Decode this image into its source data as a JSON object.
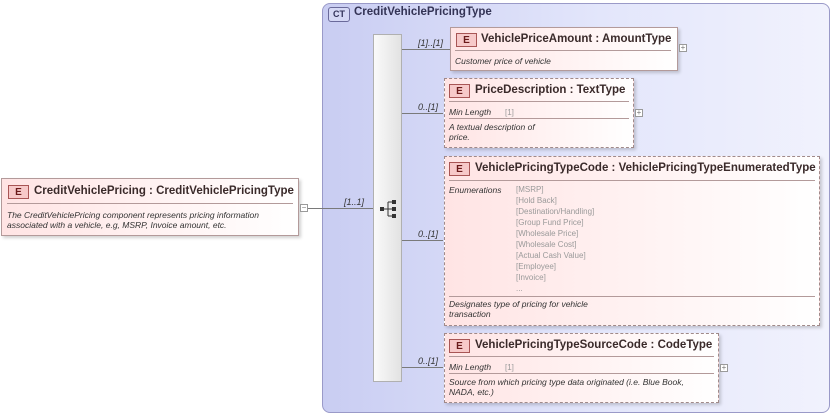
{
  "root": {
    "badge": "E",
    "title": "CreditVehiclePricing : CreditVehiclePricingType",
    "description": "The CreditVehiclePricing component represents pricing information associated with a vehicle, e.g, MSRP, Invoice amount, etc.",
    "cardinality": "[1..1]",
    "collapse": "−"
  },
  "complex_type": {
    "badge": "CT",
    "title": "CreditVehiclePricingType"
  },
  "elements": [
    {
      "badge": "E",
      "title": "VehiclePriceAmount : AmountType",
      "cardinality": "[1]..[1]",
      "description": "Customer price of vehicle",
      "expand": "+"
    },
    {
      "badge": "E",
      "title": "PriceDescription : TextType",
      "cardinality": "0..[1]",
      "facet_label": "Min Length",
      "facet_value": "[1]",
      "description": "A textual description of price.",
      "expand": "+"
    },
    {
      "badge": "E",
      "title": "VehiclePricingTypeCode : VehiclePricingTypeEnumeratedType",
      "cardinality": "0..[1]",
      "facet_label": "Enumerations",
      "enumerations": [
        "[MSRP]",
        "[Hold Back]",
        "[Destination/Handling]",
        "[Group Fund Price]",
        "[Wholesale Price]",
        "[Wholesale Cost]",
        "[Actual Cash Value]",
        "[Employee]",
        "[Invoice]",
        "..."
      ],
      "description": "Designates type of pricing for vehicle transaction"
    },
    {
      "badge": "E",
      "title": "VehiclePricingTypeSourceCode : CodeType",
      "cardinality": "0..[1]",
      "facet_label": "Min Length",
      "facet_value": "[1]",
      "description": "Source from which pricing type data originated (i.e. Blue Book, NADA, etc.)",
      "expand": "+"
    }
  ],
  "colors": {
    "element_fill": "#ffe4e4",
    "element_border": "#b39a9a",
    "complex_type_fill": "#d5d8f5"
  },
  "icons": {
    "sequence": "sequence-compositor-icon"
  }
}
